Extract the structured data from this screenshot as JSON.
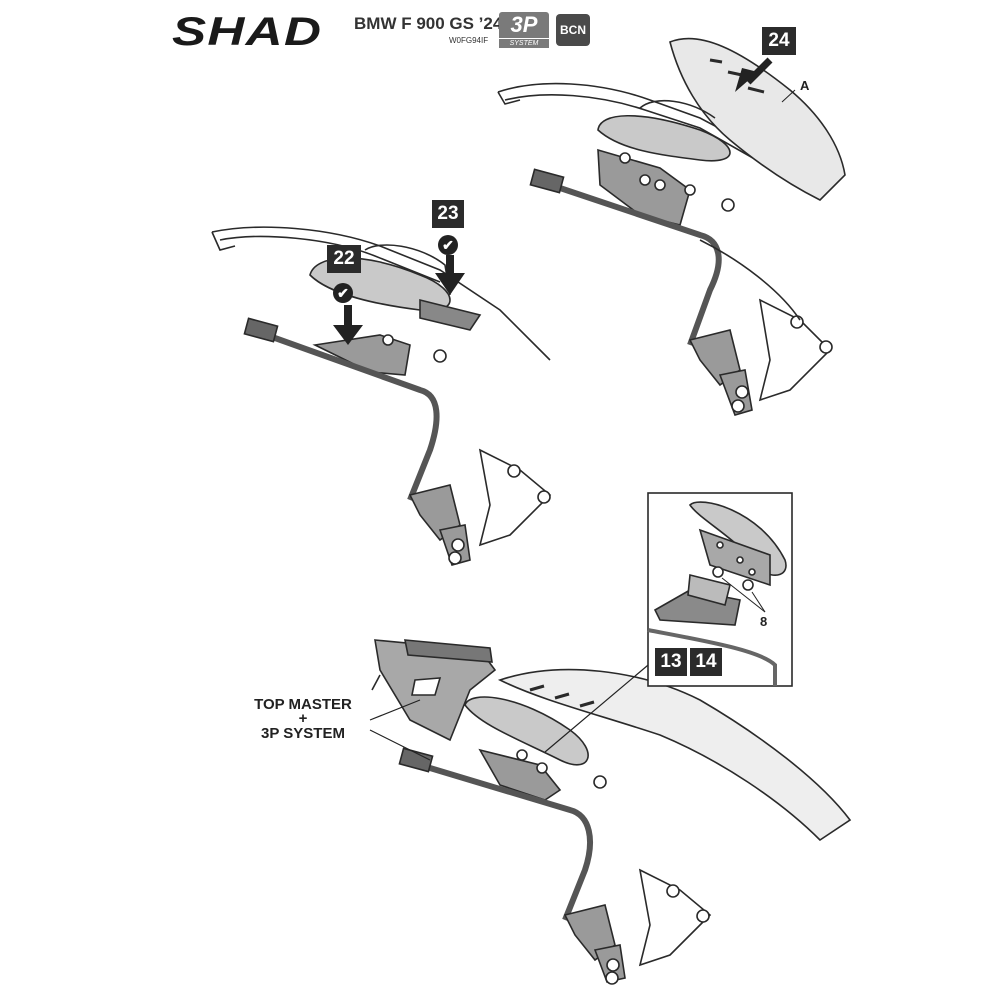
{
  "header": {
    "brand": "SHAD",
    "model": "BMW F 900 GS ’24",
    "model_code": "W0FG94IF",
    "badge_3p": "3P",
    "badge_system": "SYSTEM",
    "badge_location": "BCN"
  },
  "steps": {
    "s22": "22",
    "s23": "23",
    "s24": "24",
    "s13": "13",
    "s14": "14"
  },
  "check_mark": "✔",
  "callouts": {
    "part_a": "A",
    "part_8": "8"
  },
  "note": {
    "line1": "TOP MASTER",
    "line2": "+",
    "line3": "3P SYSTEM"
  },
  "colors": {
    "line": "#2a2a2a",
    "fill_grey": "#9a9a9a",
    "fill_light": "#d6d6d6",
    "badge_dark": "#2b2b2b"
  }
}
